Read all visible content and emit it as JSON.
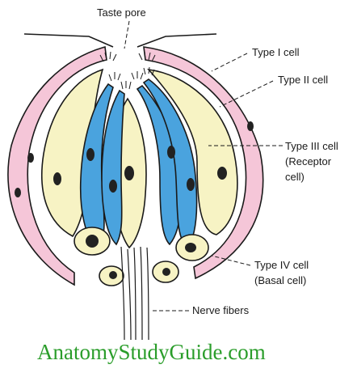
{
  "labels": {
    "taste_pore": "Taste pore",
    "type1": "Type I cell",
    "type2": "Type II cell",
    "type3_line1": "Type III cell",
    "type3_line2": "(Receptor",
    "type3_line3": "cell)",
    "type4_line1": "Type IV cell",
    "type4_line2": "(Basal cell)",
    "nerve": "Nerve fibers"
  },
  "watermark": "AnatomyStudyGuide.com",
  "colors": {
    "type1": "#f5c6d8",
    "type2": "#f7f3c4",
    "type3": "#4aa3de",
    "type4": "#f7f3c4",
    "watermark": "#2a9d2a",
    "outline": "#1a1a1a"
  }
}
